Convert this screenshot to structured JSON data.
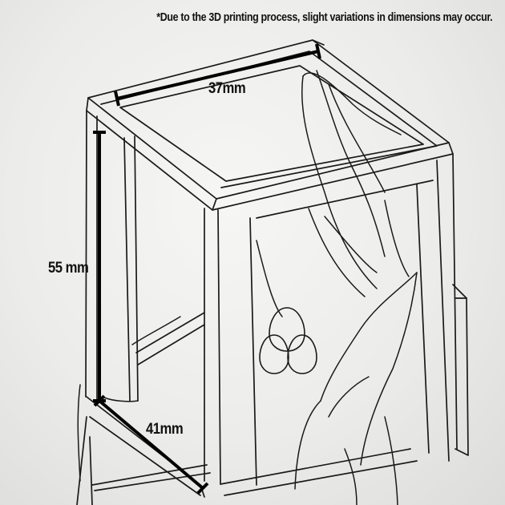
{
  "note": "*Due to the 3D printing process, slight variations in dimensions may occur.",
  "dimensions": {
    "width": "37mm",
    "height": "55 mm",
    "depth": "41mm"
  },
  "colors": {
    "background": "#ececea",
    "line": "#1a1a1a",
    "dimension_line": "#000000"
  }
}
